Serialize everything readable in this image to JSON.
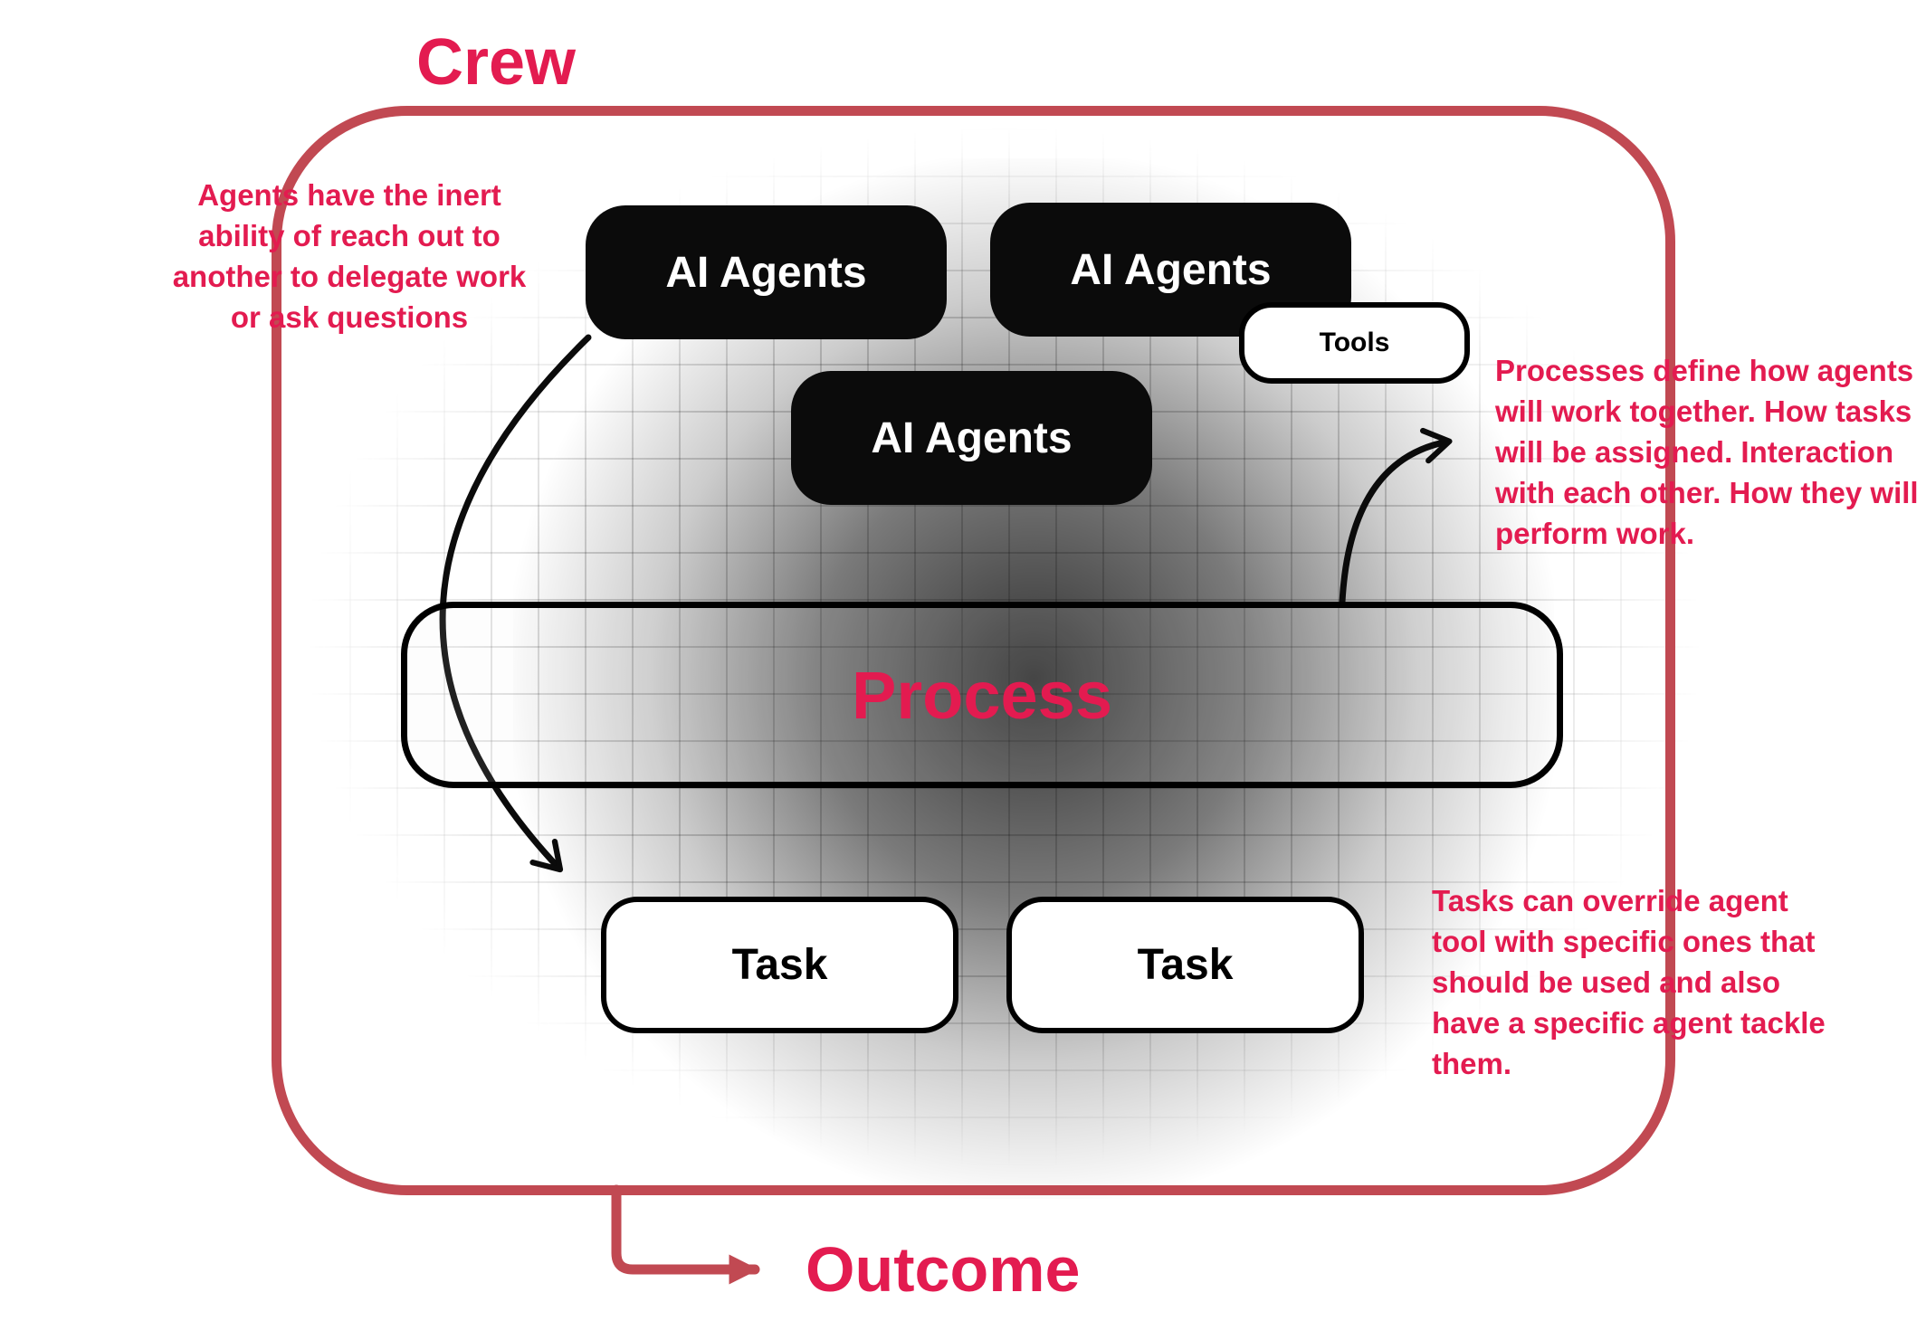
{
  "colors": {
    "accent": "#e31b50",
    "border": "#c14952",
    "node_bg": "#0b0b0b"
  },
  "labels": {
    "crew": "Crew",
    "outcome": "Outcome",
    "agent_top_left": "AI Agents",
    "agent_top_right": "AI Agents",
    "agent_middle": "AI Agents",
    "tools": "Tools",
    "process": "Process",
    "task_left": "Task",
    "task_right": "Task"
  },
  "annotations": {
    "agents_note": "Agents have the inert ability of reach out to another to delegate work or ask questions",
    "process_note": "Processes define how agents will work together. How tasks will be assigned. Interaction with each other. How they will perform work.",
    "tasks_note": "Tasks can override agent tool with specific ones that should be used and also have a specific agent tackle them."
  }
}
